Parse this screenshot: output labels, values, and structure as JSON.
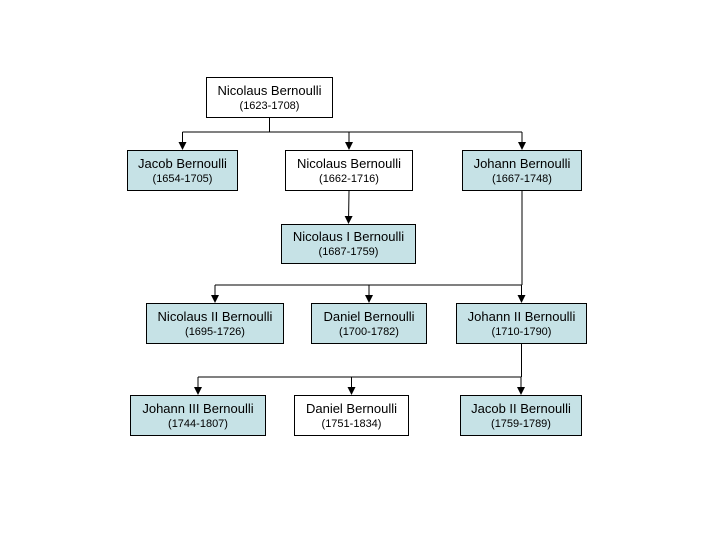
{
  "colors": {
    "shaded_fill": "#c6e2e6",
    "plain_fill": "#ffffff",
    "line": "#000000"
  },
  "nodes": {
    "n0": {
      "name": "Nicolaus Bernoulli",
      "years": "(1623-1708)",
      "shaded": false
    },
    "n1": {
      "name": "Jacob Bernoulli",
      "years": "(1654-1705)",
      "shaded": true
    },
    "n2": {
      "name": "Nicolaus Bernoulli",
      "years": "(1662-1716)",
      "shaded": false
    },
    "n3": {
      "name": "Johann Bernoulli",
      "years": "(1667-1748)",
      "shaded": true
    },
    "n4": {
      "name": "Nicolaus I Bernoulli",
      "years": "(1687-1759)",
      "shaded": true
    },
    "n5": {
      "name": "Nicolaus II Bernoulli",
      "years": "(1695-1726)",
      "shaded": true
    },
    "n6": {
      "name": "Daniel Bernoulli",
      "years": "(1700-1782)",
      "shaded": true
    },
    "n7": {
      "name": "Johann II Bernoulli",
      "years": "(1710-1790)",
      "shaded": true
    },
    "n8": {
      "name": "Johann III Bernoulli",
      "years": "(1744-1807)",
      "shaded": true
    },
    "n9": {
      "name": "Daniel Bernoulli",
      "years": "(1751-1834)",
      "shaded": false
    },
    "n10": {
      "name": "Jacob II Bernoulli",
      "years": "(1759-1789)",
      "shaded": true
    }
  },
  "edges": [
    {
      "from": "n0",
      "to": [
        "n1",
        "n2",
        "n3"
      ]
    },
    {
      "from": "n2",
      "to": [
        "n4"
      ]
    },
    {
      "from": "n3",
      "to": [
        "n5",
        "n6",
        "n7"
      ]
    },
    {
      "from": "n7",
      "to": [
        "n8",
        "n9",
        "n10"
      ]
    }
  ]
}
